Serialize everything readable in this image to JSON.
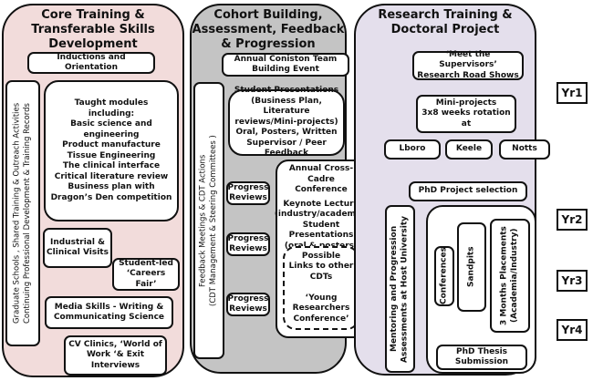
{
  "columns": [
    {
      "title": "Core Training & Transferable Skills Development",
      "color": "#f2dcdb",
      "items": {
        "inductions": "Inductions and Orientation",
        "side_bar": "Graduate Schools , Shared Training  & Outreach Activities\nContinuing Professional Development & Training Records",
        "taught_modules": "Taught modules\nincluding:\nBasic science and\nengineering\nProduct manufacture\nTissue Engineering\nThe clinical interface\nCritical literature review\nBusiness plan with\nDragon’s Den competition",
        "industrial_visits": "Industrial &\nClinical Visits",
        "careers_fair": "Student-led\n‘Careers Fair’",
        "media_skills": "Media Skills - Writing &\nCommunicating Science",
        "cv_clinics": "CV Clinics, ‘World of\nWork ‘& Exit\nInterviews"
      }
    },
    {
      "title": "Cohort Building, Assessment, Feedback & Progression",
      "color": "#c4c4c4",
      "items": {
        "coniston": "Annual Coniston Team\nBuilding Event",
        "side_bar": "Feedback  Meetings & CDT Actions\n(CDT Management & Steering Committees )",
        "presentations": "Student Presentations\n(Business Plan, Literature\nreviews/Mini-projects)\nOral, Posters, Written\nSupervisor / Peer Feedback",
        "progress_reviews": [
          "Progress\nReviews",
          "Progress\nReviews",
          "Progress\nReviews"
        ],
        "cross_cadre_title": "Annual Cross-Cadre\nConference",
        "cross_cadre_body": "Keynote Lecture\n(industry/academia)\nStudent Presentations\n(oral & posters)",
        "links": "Possible\nLinks to other\nCDTs\n\n‘Young\nResearchers\nConference’"
      }
    },
    {
      "title": "Research Training & Doctoral Project",
      "color": "#e4dfec",
      "items": {
        "meet_supervisors": "‘Meet the Supervisors’\nResearch Road Shows",
        "mini_projects": "Mini-projects\n3x8 weeks rotation\nat",
        "universities": [
          "Lboro",
          "Keele",
          "Notts"
        ],
        "phd_selection": "PhD Project selection",
        "side_bar": "Mentoring  and Progression\nAssessments at Host University",
        "conferences": "Conferences",
        "sandpits": "Sandpits",
        "placements": "3 Months Placements\n(Academia/Industry)",
        "thesis": "PhD Thesis\nSubmission"
      }
    }
  ],
  "years": [
    "Yr1",
    "Yr2",
    "Yr3",
    "Yr4"
  ]
}
